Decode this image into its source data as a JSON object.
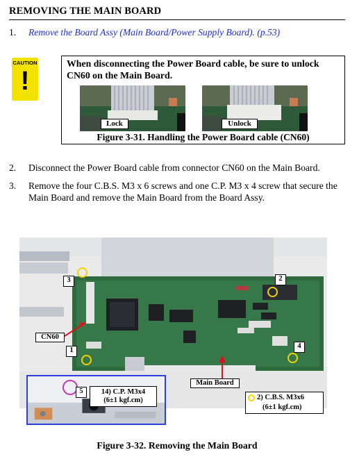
{
  "section": {
    "title": "REMOVING THE MAIN BOARD"
  },
  "steps": [
    {
      "num": "1.",
      "text": "Remove the Board Assy (Main Board/Power Supply Board). (p.53)"
    },
    {
      "num": "2.",
      "text": "Disconnect the Power Board cable from connector CN60 on the Main Board."
    },
    {
      "num": "3.",
      "text": "Remove the four C.B.S. M3 x 6 screws and one C.P. M3 x 4 screw that secure the Main Board and remove the Main Board from the Board Assy."
    }
  ],
  "caution": {
    "label": "CAUTION",
    "text": "When disconnecting the Power Board cable, be sure to unlock CN60 on the Main Board.",
    "photo_labels": [
      "Lock",
      "Unlock"
    ],
    "figure_caption": "Figure 3-31. Handling the Power Board cable (CN60)"
  },
  "main_figure": {
    "screw_numbers": [
      "1",
      "2",
      "3",
      "4",
      "5"
    ],
    "callouts": {
      "cn60": "CN60",
      "main_board": "Main Board"
    },
    "inset_label": "14) C.P. M3x4\n(6±1 kgf.cm)",
    "inset_line1": "14) C.P. M3x4",
    "inset_line2": "(6±1 kgf.cm)",
    "legend_line1": "2) C.B.S. M3x6",
    "legend_line2": "(6±1 kgf.cm)",
    "figure_caption": "Figure 3-32. Removing the Main Board"
  },
  "colors": {
    "link": "#1b2fd0",
    "caution_yellow": "#f3e100",
    "screw_ring": "#f1d400",
    "inset_border": "#2b3fe0",
    "pcb_green": "#2f6a3c"
  }
}
